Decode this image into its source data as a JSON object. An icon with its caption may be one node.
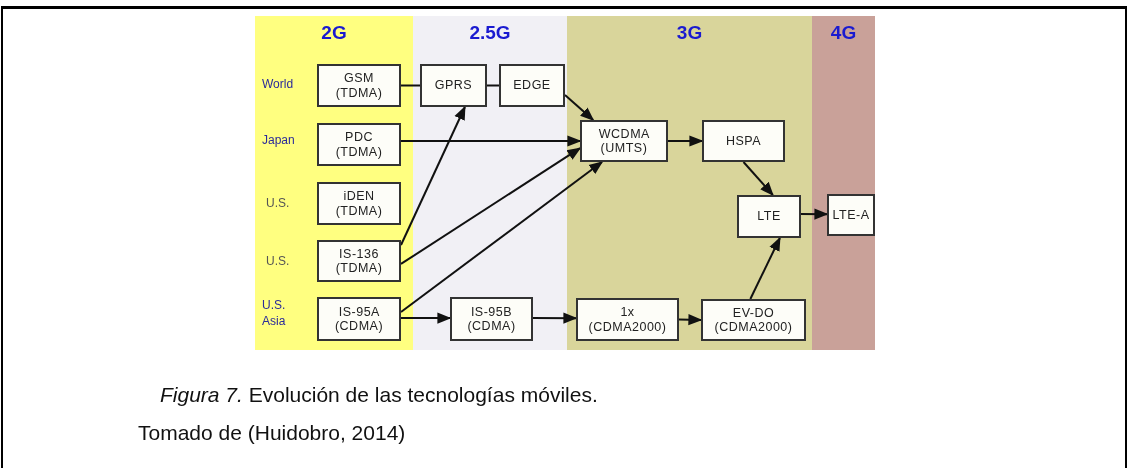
{
  "diagram": {
    "nodes": [
      {
        "text": [
          "2G"
        ]
      },
      {
        "text": [
          "GSM (TDMA)"
        ],
        "in": 0
      },
      {
        "text": [
          "PDC (TDMA)"
        ],
        "in": 0
      },
      {
        "text": [
          "iDEN (TDMA)"
        ],
        "in": 0
      },
      {
        "text": [
          "IS-136 (TDMA)"
        ],
        "in": 0
      },
      {
        "text": [
          "IS-95A (CDMA)"
        ],
        "in": 0
      },
      {
        "text": [
          "2.5G"
        ]
      },
      {
        "text": [
          "GPRS"
        ],
        "in": 6
      },
      {
        "text": [
          "EDGE"
        ],
        "in": 6
      },
      {
        "text": [
          "IS-95B (CDMA)"
        ],
        "in": 6
      },
      {
        "text": [
          "3G"
        ]
      },
      {
        "text": [
          "WCDMA (UMTS)"
        ],
        "in": 10
      },
      {
        "text": [
          "HSPA"
        ],
        "in": 10
      },
      {
        "text": [
          "LTE"
        ],
        "in": 10
      },
      {
        "text": [
          "1x (CDMA2000)"
        ],
        "in": 10
      },
      {
        "text": [
          "EV-DO (CDMA2000)"
        ],
        "in": 10
      },
      {
        "text": [
          "4G"
        ]
      },
      {
        "text": [
          "LTE-A"
        ],
        "in": 16
      }
    ],
    "edges": [
      {
        "from": 1,
        "to": 7,
        "arrow": "none"
      },
      {
        "from": 7,
        "to": 8,
        "arrow": "none"
      },
      {
        "from": 8,
        "to": 11,
        "arrow": "to"
      },
      {
        "from": 2,
        "to": 11,
        "arrow": "to"
      },
      {
        "from": 4,
        "to": 7,
        "arrow": "to"
      },
      {
        "from": 4,
        "to": 11,
        "arrow": "to"
      },
      {
        "from": 5,
        "to": 11,
        "arrow": "to"
      },
      {
        "from": 5,
        "to": 9,
        "arrow": "to"
      },
      {
        "from": 9,
        "to": 14,
        "arrow": "to"
      },
      {
        "from": 14,
        "to": 15,
        "arrow": "to"
      },
      {
        "from": 15,
        "to": 13,
        "arrow": "to"
      },
      {
        "from": 11,
        "to": 12,
        "arrow": "to"
      },
      {
        "from": 12,
        "to": 13,
        "arrow": "to"
      },
      {
        "from": 13,
        "to": 17,
        "arrow": "to"
      }
    ],
    "labels": [
      "World",
      "Japan",
      "U.S.",
      "U.S.",
      "U.S. Asia",
      "Tomado de (Huidobro, 2014)"
    ],
    "caption": "*Figura 7.* Evolución de las tecnologías móviles."
  }
}
